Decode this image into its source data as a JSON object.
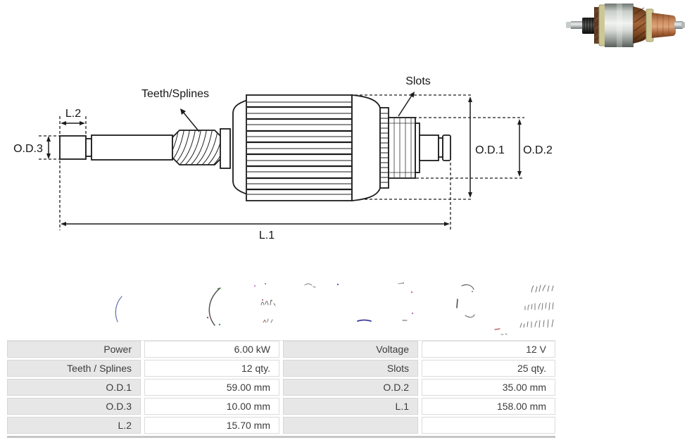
{
  "diagram": {
    "labels": {
      "l2": "L.2",
      "od3": "O.D.3",
      "teeth": "Teeth/Splines",
      "slots": "Slots",
      "od1": "O.D.1",
      "od2": "O.D.2",
      "l1": "L.1"
    }
  },
  "table": {
    "rows": [
      {
        "label1": "Power",
        "value1": "6.00 kW",
        "label2": "Voltage",
        "value2": "12 V"
      },
      {
        "label1": "Teeth / Splines",
        "value1": "12 qty.",
        "label2": "Slots",
        "value2": "25 qty."
      },
      {
        "label1": "O.D.1",
        "value1": "59.00 mm",
        "label2": "O.D.2",
        "value2": "35.00 mm"
      },
      {
        "label1": "O.D.3",
        "value1": "10.00 mm",
        "label2": "L.1",
        "value2": "158.00 mm"
      },
      {
        "label1": "L.2",
        "value1": "15.70 mm",
        "label2": "",
        "value2": ""
      }
    ]
  },
  "colors": {
    "table_label_bg": "#e7e7e7",
    "table_border": "#d6d6d6",
    "table_bottom_border": "#c6c6c6",
    "drawing_line": "#1c1c1c",
    "photo_copper": "#c98a5c",
    "photo_insulation": "#cdc794"
  },
  "icons": {
    "product_photo": "armature-photo",
    "watermark": "erased-watermark-fragments"
  }
}
